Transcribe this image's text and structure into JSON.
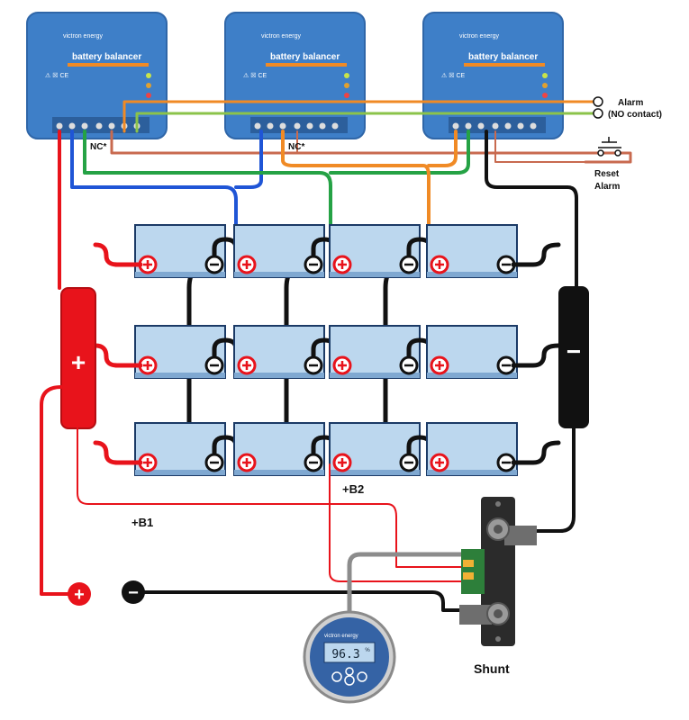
{
  "labels": {
    "alarm": "Alarm",
    "no_contact": "(NO contact)",
    "reset": "Reset",
    "reset_alarm": "Alarm",
    "nc": "NC*",
    "b1": "+B1",
    "b2": "+B2",
    "shunt": "Shunt",
    "plus_sign": "+",
    "minus_sign": "−"
  },
  "balancers": [
    {
      "brand": "victron energy",
      "title": "battery balancer",
      "marks": "⚠ ☒ CE"
    },
    {
      "brand": "victron energy",
      "title": "battery balancer",
      "marks": "⚠ ☒ CE"
    },
    {
      "brand": "victron energy",
      "title": "battery balancer",
      "marks": "⚠ ☒ CE"
    }
  ],
  "monitor": {
    "brand": "victron energy",
    "reading": "96.3",
    "unit": "%"
  },
  "colors": {
    "device_blue": "#3e7fc8",
    "battery_fill": "#bcd7ee",
    "red": "#e8131b",
    "black": "#111111",
    "blue_wire": "#1f55d6",
    "green_wire": "#25a245",
    "orange_wire": "#f08a25",
    "olive_wire": "#8bc34a",
    "brown_wire": "#c86a4f"
  }
}
